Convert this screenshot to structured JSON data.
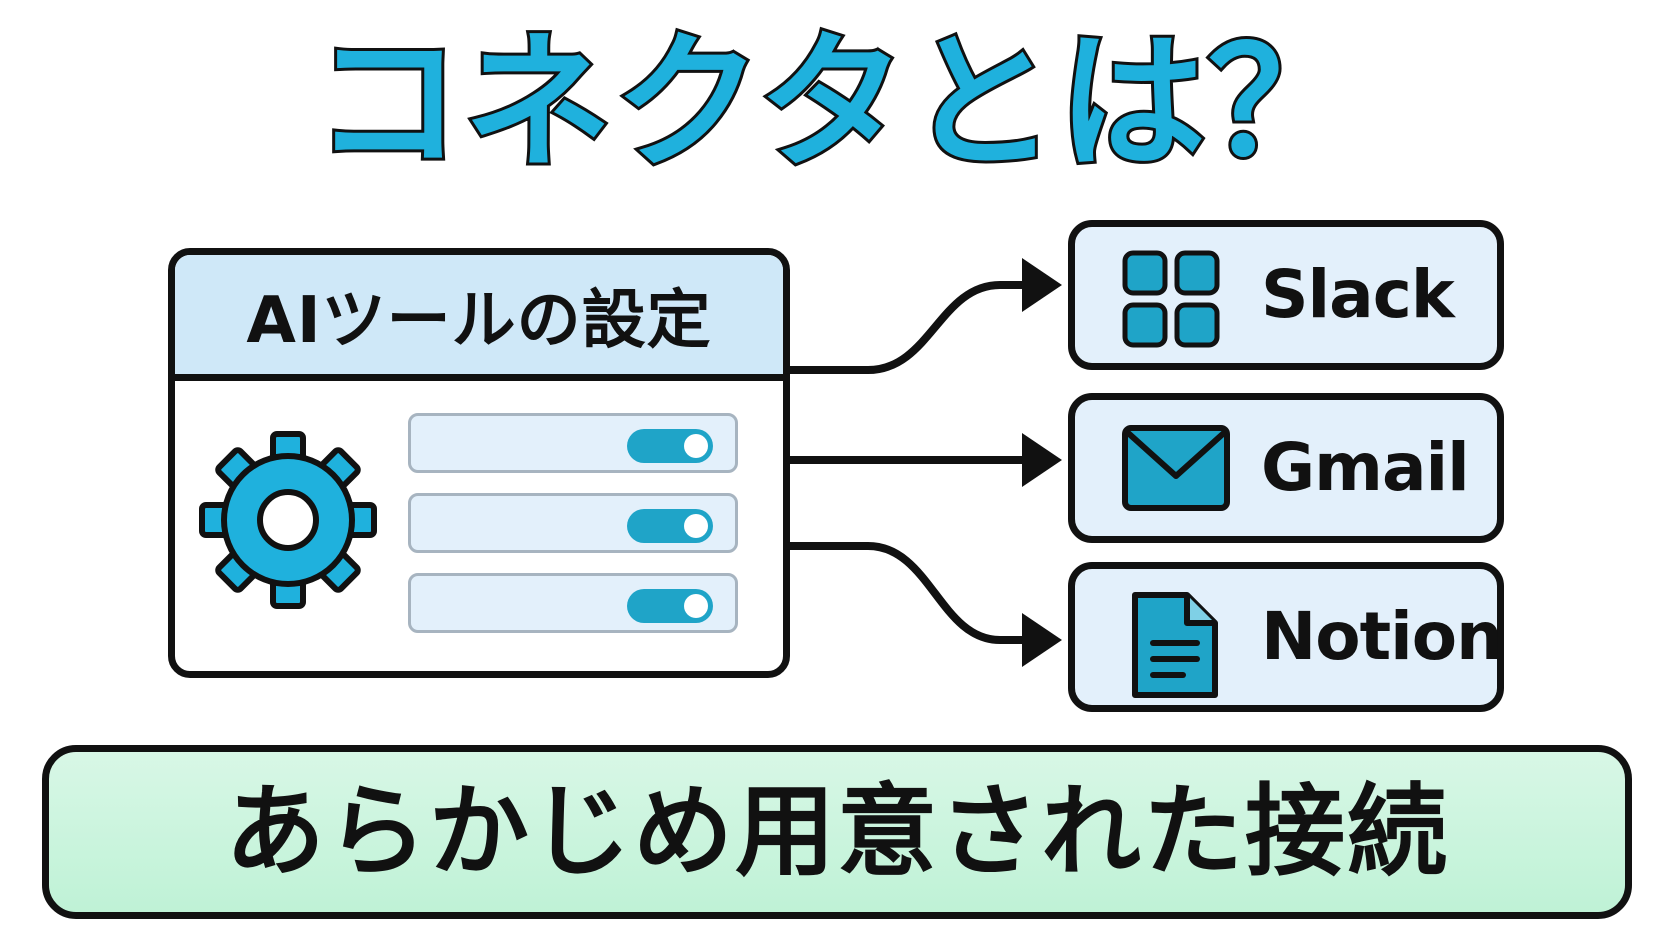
{
  "title": "コネクタとは？",
  "settings_panel": {
    "header": "AIツールの設定",
    "toggles": [
      {
        "state": "on"
      },
      {
        "state": "on"
      },
      {
        "state": "on"
      }
    ]
  },
  "services": [
    {
      "label": "Slack",
      "icon": "slack-grid-icon"
    },
    {
      "label": "Gmail",
      "icon": "envelope-icon"
    },
    {
      "label": "Notion",
      "icon": "document-icon"
    }
  ],
  "footer": "あらかじめ用意された接続",
  "colors": {
    "accent": "#1fb1dd",
    "panel_header": "#cfe8f8",
    "service_bg": "#e3f0fb",
    "footer_bg": "#c6f4dc",
    "outline": "#111111"
  }
}
